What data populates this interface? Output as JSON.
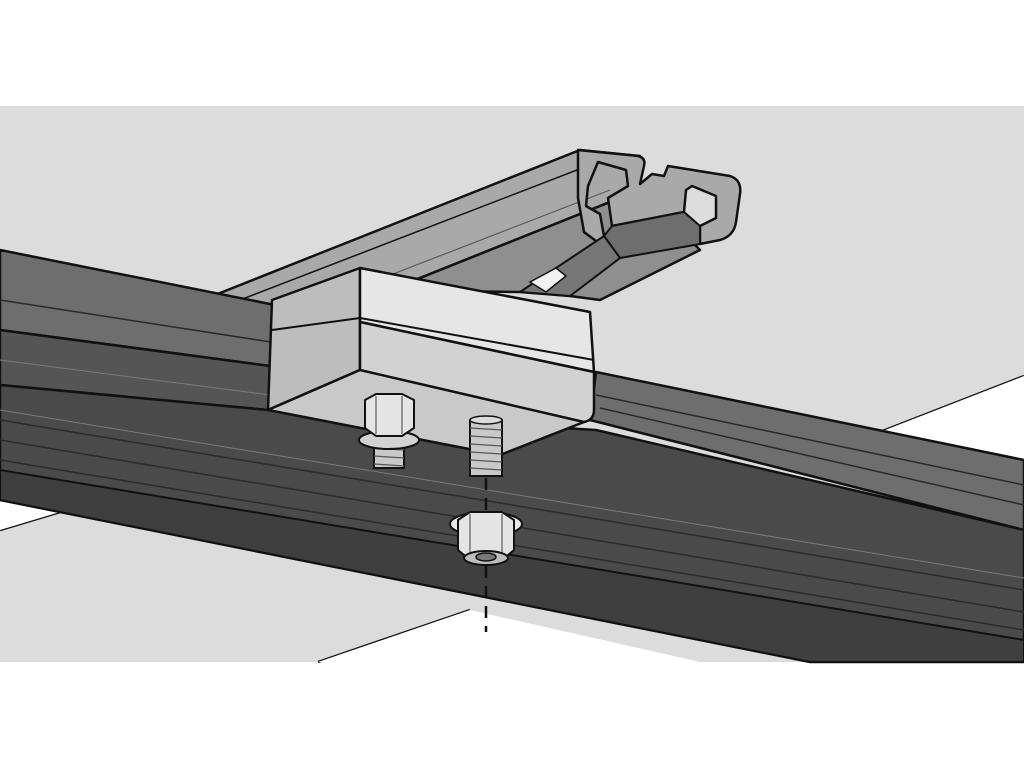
{
  "diagram": {
    "subject": "upper-rail-clamp-assembly",
    "colors": {
      "background": "#ffffff",
      "panel": "#dcdcdc",
      "upper_rail": "#8f8f8f",
      "upper_rail_light": "#a9a9a9",
      "upper_rail_dark": "#6e6e6e",
      "lower_rail": "#555555",
      "lower_rail_light": "#6e6e6e",
      "lower_rail_dark": "#3f3f3f",
      "clamp": "#d2d2d2",
      "clamp_face": "#bdbdbd",
      "nut": "#e4e4e4",
      "bolt": "#c9c9c9",
      "outline": "#111111"
    },
    "parts": [
      {
        "name": "upper-rail",
        "icon": "rail-profile-icon"
      },
      {
        "name": "lower-rail",
        "icon": "rail-profile-icon"
      },
      {
        "name": "clamp-bracket",
        "icon": "bracket-icon"
      },
      {
        "name": "flange-nut-installed",
        "icon": "hex-nut-icon"
      },
      {
        "name": "threaded-stud",
        "icon": "bolt-icon"
      },
      {
        "name": "flange-nut-exploded",
        "icon": "hex-nut-icon"
      }
    ],
    "explode_line": "dashed"
  }
}
